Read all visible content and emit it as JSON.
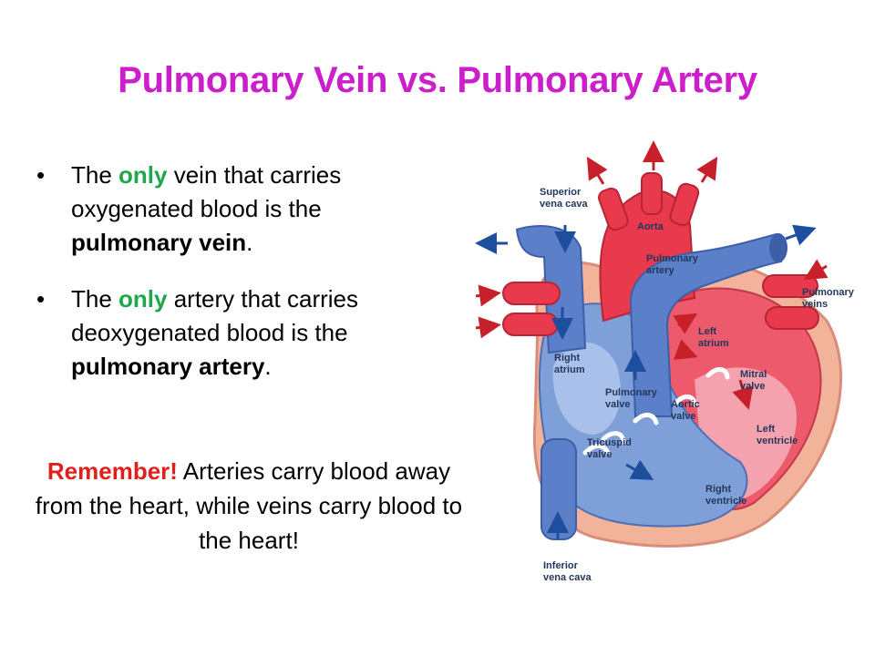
{
  "title": "Pulmonary Vein vs. Pulmonary Artery",
  "bullets": [
    {
      "pre": "The ",
      "emph": "only",
      "mid": " vein that carries oxygenated blood is the ",
      "bold": "pulmonary vein",
      "post": "."
    },
    {
      "pre": "The ",
      "emph": "only",
      "mid": " artery that carries deoxygenated blood is the ",
      "bold": "pulmonary artery",
      "post": "."
    }
  ],
  "remember": {
    "lead": "Remember!",
    "text": "  Arteries carry blood away from the heart, while veins carry blood to the heart!"
  },
  "diagram": {
    "labels": {
      "superior_vena_cava_1": "Superior",
      "superior_vena_cava_2": "vena cava",
      "aorta": "Aorta",
      "pulmonary_artery_1": "Pulmonary",
      "pulmonary_artery_2": "artery",
      "pulmonary_veins_1": "Pulmonary",
      "pulmonary_veins_2": "veins",
      "left_atrium_1": "Left",
      "left_atrium_2": "atrium",
      "right_atrium_1": "Right",
      "right_atrium_2": "atrium",
      "pulmonary_valve_1": "Pulmonary",
      "pulmonary_valve_2": "valve",
      "mitral_valve_1": "Mitral",
      "mitral_valve_2": "valve",
      "aortic_valve_1": "Aortic",
      "aortic_valve_2": "valve",
      "left_ventricle_1": "Left",
      "left_ventricle_2": "ventricle",
      "tricuspid_valve_1": "Tricuspid",
      "tricuspid_valve_2": "valve",
      "right_ventricle_1": "Right",
      "right_ventricle_2": "ventricle",
      "inferior_vena_cava_1": "Inferior",
      "inferior_vena_cava_2": "vena cava"
    },
    "colors": {
      "oxygenated": "#e8394d",
      "deoxygenated": "#5b7fc9",
      "label_text": "#23375a"
    }
  }
}
